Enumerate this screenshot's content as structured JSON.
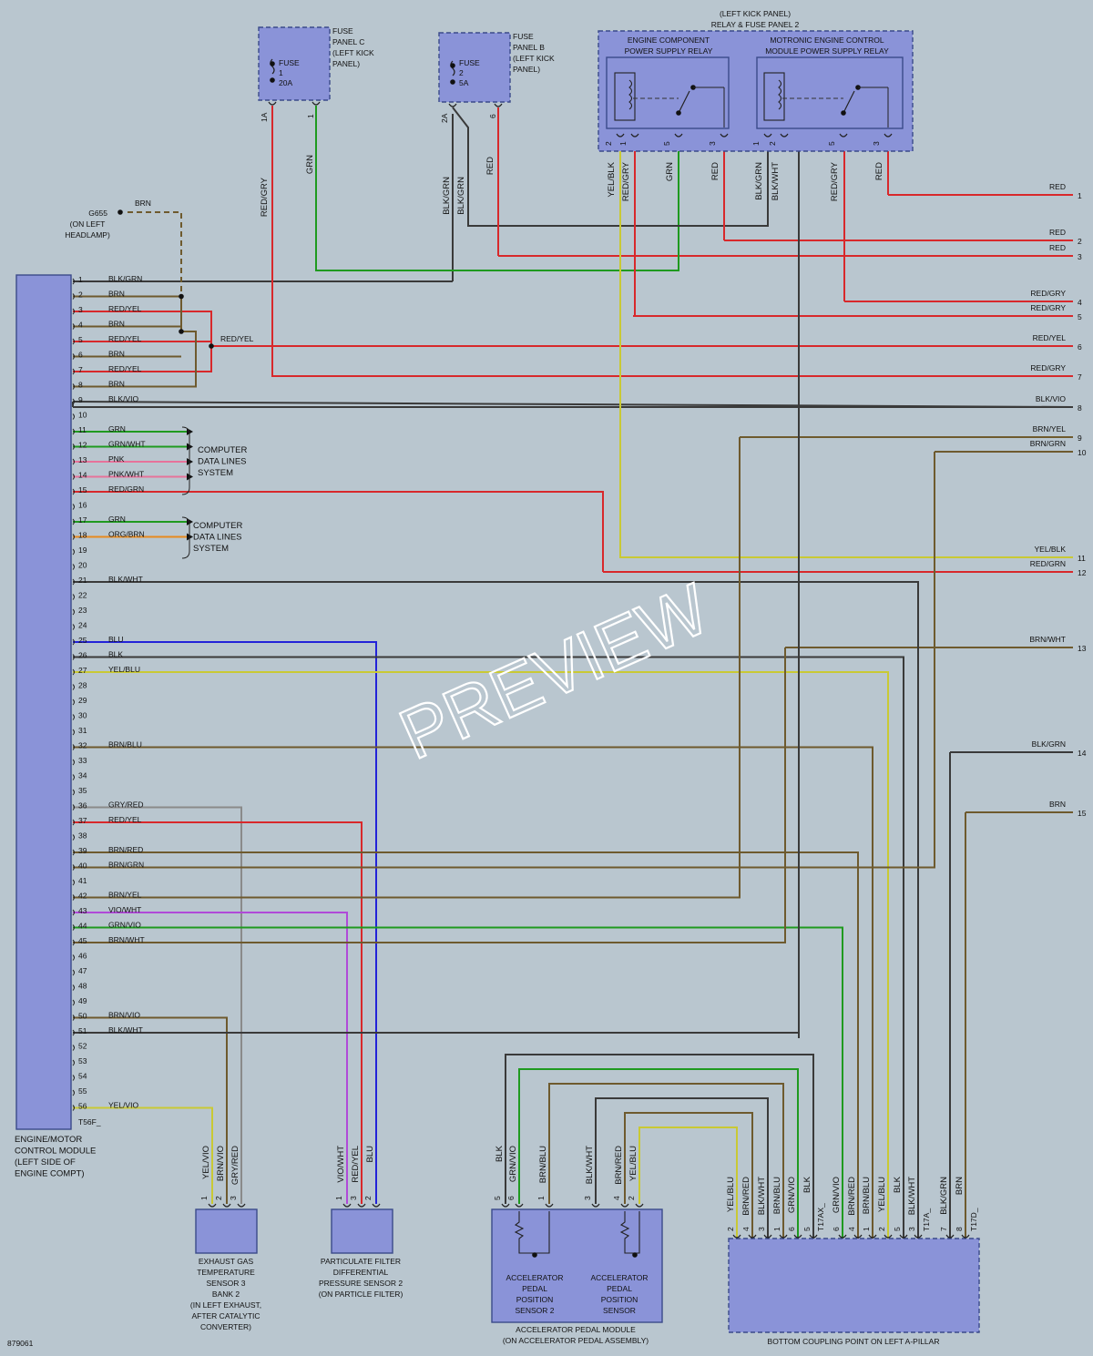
{
  "doc_number": "879061",
  "watermark": "PREVIEW",
  "colors": {
    "RED": "#d8282b",
    "GRN": "#1f9a1f",
    "BRN": "#6e5a2e",
    "BLK": "#3a3a3a",
    "BLU": "#2222d8",
    "VIO": "#b04ad8",
    "YEL": "#c9c934",
    "GRY": "#8a8a8a",
    "WHT": "#f3f3f3",
    "PNK": "#e7729a",
    "ORG": "#e7891e"
  },
  "ecm": {
    "caption": [
      "ENGINE/MOTOR",
      "CONTROL MODULE",
      "(LEFT SIDE OF",
      "ENGINE COMPT)"
    ],
    "connector": "T56F_",
    "pins": [
      {
        "n": "1",
        "w": "BLK/GRN"
      },
      {
        "n": "2",
        "w": "BRN"
      },
      {
        "n": "3",
        "w": "RED/YEL"
      },
      {
        "n": "4",
        "w": "BRN"
      },
      {
        "n": "5",
        "w": "RED/YEL"
      },
      {
        "n": "6",
        "w": "BRN"
      },
      {
        "n": "7",
        "w": "RED/YEL"
      },
      {
        "n": "8",
        "w": "BRN"
      },
      {
        "n": "9",
        "w": "BLK/VIO"
      },
      {
        "n": "10",
        "w": ""
      },
      {
        "n": "11",
        "w": "GRN"
      },
      {
        "n": "12",
        "w": "GRN/WHT"
      },
      {
        "n": "13",
        "w": "PNK"
      },
      {
        "n": "14",
        "w": "PNK/WHT"
      },
      {
        "n": "15",
        "w": "RED/GRN"
      },
      {
        "n": "16",
        "w": ""
      },
      {
        "n": "17",
        "w": "GRN"
      },
      {
        "n": "18",
        "w": "ORG/BRN"
      },
      {
        "n": "19",
        "w": ""
      },
      {
        "n": "20",
        "w": ""
      },
      {
        "n": "21",
        "w": "BLK/WHT"
      },
      {
        "n": "22",
        "w": ""
      },
      {
        "n": "23",
        "w": ""
      },
      {
        "n": "24",
        "w": ""
      },
      {
        "n": "25",
        "w": "BLU"
      },
      {
        "n": "26",
        "w": "BLK"
      },
      {
        "n": "27",
        "w": "YEL/BLU"
      },
      {
        "n": "28",
        "w": ""
      },
      {
        "n": "29",
        "w": ""
      },
      {
        "n": "30",
        "w": ""
      },
      {
        "n": "31",
        "w": ""
      },
      {
        "n": "32",
        "w": "BRN/BLU"
      },
      {
        "n": "33",
        "w": ""
      },
      {
        "n": "34",
        "w": ""
      },
      {
        "n": "35",
        "w": ""
      },
      {
        "n": "36",
        "w": "GRY/RED"
      },
      {
        "n": "37",
        "w": "RED/YEL"
      },
      {
        "n": "38",
        "w": ""
      },
      {
        "n": "39",
        "w": "BRN/RED"
      },
      {
        "n": "40",
        "w": "BRN/GRN"
      },
      {
        "n": "41",
        "w": ""
      },
      {
        "n": "42",
        "w": "BRN/YEL"
      },
      {
        "n": "43",
        "w": "VIO/WHT"
      },
      {
        "n": "44",
        "w": "GRN/VIO"
      },
      {
        "n": "45",
        "w": "BRN/WHT"
      },
      {
        "n": "46",
        "w": ""
      },
      {
        "n": "47",
        "w": ""
      },
      {
        "n": "48",
        "w": ""
      },
      {
        "n": "49",
        "w": ""
      },
      {
        "n": "50",
        "w": "BRN/VIO"
      },
      {
        "n": "51",
        "w": "BLK/WHT"
      },
      {
        "n": "52",
        "w": ""
      },
      {
        "n": "53",
        "w": ""
      },
      {
        "n": "54",
        "w": ""
      },
      {
        "n": "55",
        "w": ""
      },
      {
        "n": "56",
        "w": "YEL/VIO"
      }
    ]
  },
  "ground": {
    "id": "G655",
    "caption": [
      "(ON LEFT",
      "HEADLAMP)"
    ],
    "wire": "BRN"
  },
  "splice_label": "RED/YEL",
  "data_lines_1": [
    "COMPUTER",
    "DATA LINES",
    "SYSTEM"
  ],
  "data_lines_2": [
    "COMPUTER",
    "DATA LINES",
    "SYSTEM"
  ],
  "fuse_c": {
    "fuse": [
      "FUSE",
      "1",
      "20A"
    ],
    "caption": [
      "FUSE",
      "PANEL C",
      "(LEFT KICK",
      "PANEL)"
    ],
    "pin_a": "1A",
    "pin_b": "1",
    "wire_a": "RED/GRY",
    "wire_b": "GRN"
  },
  "fuse_b": {
    "fuse": [
      "FUSE",
      "2",
      "5A"
    ],
    "caption": [
      "FUSE",
      "PANEL B",
      "(LEFT KICK",
      "PANEL)"
    ],
    "pin_a": "2A",
    "pin_b": "6",
    "wire_a1": "BLK/GRN",
    "wire_a2": "BLK/GRN",
    "wire_b": "RED"
  },
  "relay_panel": {
    "caption": [
      "(LEFT KICK PANEL)",
      "RELAY & FUSE PANEL 2"
    ],
    "relay1": {
      "title": [
        "ENGINE COMPONENT",
        "POWER SUPPLY RELAY"
      ],
      "pins": [
        "2",
        "1",
        "5",
        "3"
      ],
      "wires": [
        "YEL/BLK",
        "RED/GRY",
        "GRN",
        "RED"
      ]
    },
    "relay2": {
      "title": [
        "MOTRONIC ENGINE CONTROL",
        "MODULE POWER SUPPLY RELAY"
      ],
      "pins": [
        "1",
        "2",
        "5",
        "3"
      ],
      "wires": [
        "BLK/GRN",
        "BLK/WHT",
        "RED/GRY",
        "RED"
      ]
    }
  },
  "right_outputs": [
    {
      "n": "1",
      "w": "RED"
    },
    {
      "n": "2",
      "w": "RED"
    },
    {
      "n": "3",
      "w": "RED"
    },
    {
      "n": "4",
      "w": "RED/GRY"
    },
    {
      "n": "5",
      "w": "RED/GRY"
    },
    {
      "n": "6",
      "w": "RED/YEL"
    },
    {
      "n": "7",
      "w": "RED/GRY"
    },
    {
      "n": "8",
      "w": "BLK/VIO"
    },
    {
      "n": "9",
      "w": "BRN/YEL"
    },
    {
      "n": "10",
      "w": "BRN/GRN"
    },
    {
      "n": "11",
      "w": "YEL/BLK"
    },
    {
      "n": "12",
      "w": "RED/GRN"
    },
    {
      "n": "13",
      "w": "BRN/WHT"
    },
    {
      "n": "14",
      "w": "BLK/GRN"
    },
    {
      "n": "15",
      "w": "BRN"
    }
  ],
  "egt_sensor": {
    "caption": [
      "EXHAUST GAS",
      "TEMPERATURE",
      "SENSOR 3",
      "BANK 2",
      "(IN LEFT EXHAUST,",
      "AFTER CATALYTIC",
      "CONVERTER)"
    ],
    "pins": [
      "1",
      "2",
      "3"
    ],
    "wires": [
      "YEL/VIO",
      "BRN/VIO",
      "GRY/RED"
    ]
  },
  "pf_sensor": {
    "caption": [
      "PARTICULATE FILTER",
      "DIFFERENTIAL",
      "PRESSURE SENSOR 2",
      "(ON PARTICLE FILTER)"
    ],
    "pins": [
      "1",
      "3",
      "2"
    ],
    "wires": [
      "VIO/WHT",
      "RED/YEL",
      "BLU"
    ]
  },
  "pedal_module": {
    "caption": [
      "ACCELERATOR PEDAL MODULE",
      "(ON ACCELERATOR PEDAL ASSEMBLY)"
    ],
    "sensor2": [
      "ACCELERATOR",
      "PEDAL",
      "POSITION",
      "SENSOR 2"
    ],
    "sensor1": [
      "ACCELERATOR",
      "PEDAL",
      "POSITION",
      "SENSOR"
    ],
    "pins": [
      "5",
      "6",
      "1",
      "3",
      "4",
      "2"
    ],
    "wires": [
      "BLK",
      "GRN/VIO",
      "BRN/BLU",
      "BLK/WHT",
      "BRN/RED",
      "YEL/BLU"
    ]
  },
  "coupling": {
    "caption": "BOTTOM COUPLING POINT ON LEFT A-PILLAR",
    "t17ax": {
      "label": "T17AX_",
      "pins": [
        "2",
        "4",
        "3",
        "1",
        "6",
        "5"
      ],
      "wires": [
        "YEL/BLU",
        "BRN/RED",
        "BLK/WHT",
        "BRN/BLU",
        "GRN/VIO",
        "BLK"
      ]
    },
    "t17a": {
      "label": "T17A_",
      "pins": [
        "6",
        "4",
        "1",
        "2",
        "5",
        "3"
      ],
      "wires": [
        "GRN/VIO",
        "BRN/RED",
        "BRN/BLU",
        "YEL/BLU",
        "BLK",
        "BLK/WHT"
      ]
    },
    "t17d": {
      "label": "T17D_",
      "pins": [
        "7",
        "8"
      ],
      "wires": [
        "BLK/GRN",
        "BRN"
      ]
    }
  }
}
